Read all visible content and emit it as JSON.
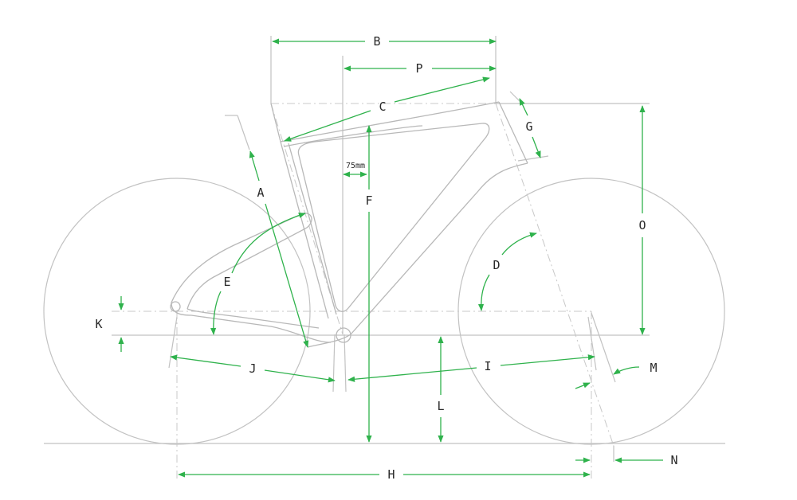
{
  "labels": {
    "A": "A",
    "B": "B",
    "C": "C",
    "D": "D",
    "E": "E",
    "F": "F",
    "G": "G",
    "H": "H",
    "I": "I",
    "J": "J",
    "K": "K",
    "L": "L",
    "M": "M",
    "N": "N",
    "O": "O",
    "P": "P"
  },
  "setback_label": "75mm",
  "colors": {
    "dimension_arrow": "#2fb24c",
    "frame_line": "#b8b8b8",
    "reference_line": "#c2c2c2",
    "label_text": "#2a2a2a",
    "background": "#ffffff"
  }
}
